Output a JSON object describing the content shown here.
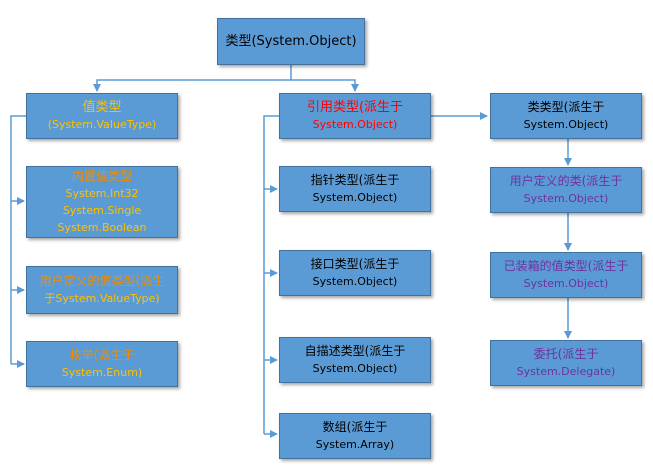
{
  "colors": {
    "box_fill": "#5b9bd5",
    "box_border": "#41719c",
    "connector": "#5b9bd5",
    "text_black": "#000000",
    "text_orange": "#f08c00",
    "text_orange_sub": "#ffc000",
    "text_red": "#ff0000",
    "text_purple": "#7030a0"
  },
  "root": {
    "line1": "类型(System.Object)"
  },
  "value_branch": {
    "header": {
      "line1": "值类型",
      "line2": "(System.ValueType)"
    },
    "children": [
      {
        "line1": "内置值类型",
        "line2": "System.Int32",
        "line3": "System.Single",
        "line4": "System.Boolean"
      },
      {
        "line1": "用户定义的值类型(派生",
        "line2": "于System.ValueType)"
      },
      {
        "line1": "枚举(派生于",
        "line2": "System.Enum)"
      }
    ]
  },
  "reference_branch": {
    "header": {
      "line1": "引用类型(派生于",
      "line2": "System.Object)"
    },
    "children": [
      {
        "line1": "指针类型(派生于",
        "line2": "System.Object)"
      },
      {
        "line1": "接口类型(派生于",
        "line2": "System.Object)"
      },
      {
        "line1": "自描述类型(派生于",
        "line2": "System.Object)"
      },
      {
        "line1": "数组(派生于",
        "line2": "System.Array)"
      }
    ]
  },
  "class_branch": {
    "header": {
      "line1": "类类型(派生于",
      "line2": "System.Object)"
    },
    "children": [
      {
        "line1": "用户定义的类(派生于",
        "line2": "System.Object)"
      },
      {
        "line1": "已装箱的值类型(派生于",
        "line2": "System.Object)"
      },
      {
        "line1": "委托(派生于",
        "line2": "System.Delegate)"
      }
    ]
  }
}
